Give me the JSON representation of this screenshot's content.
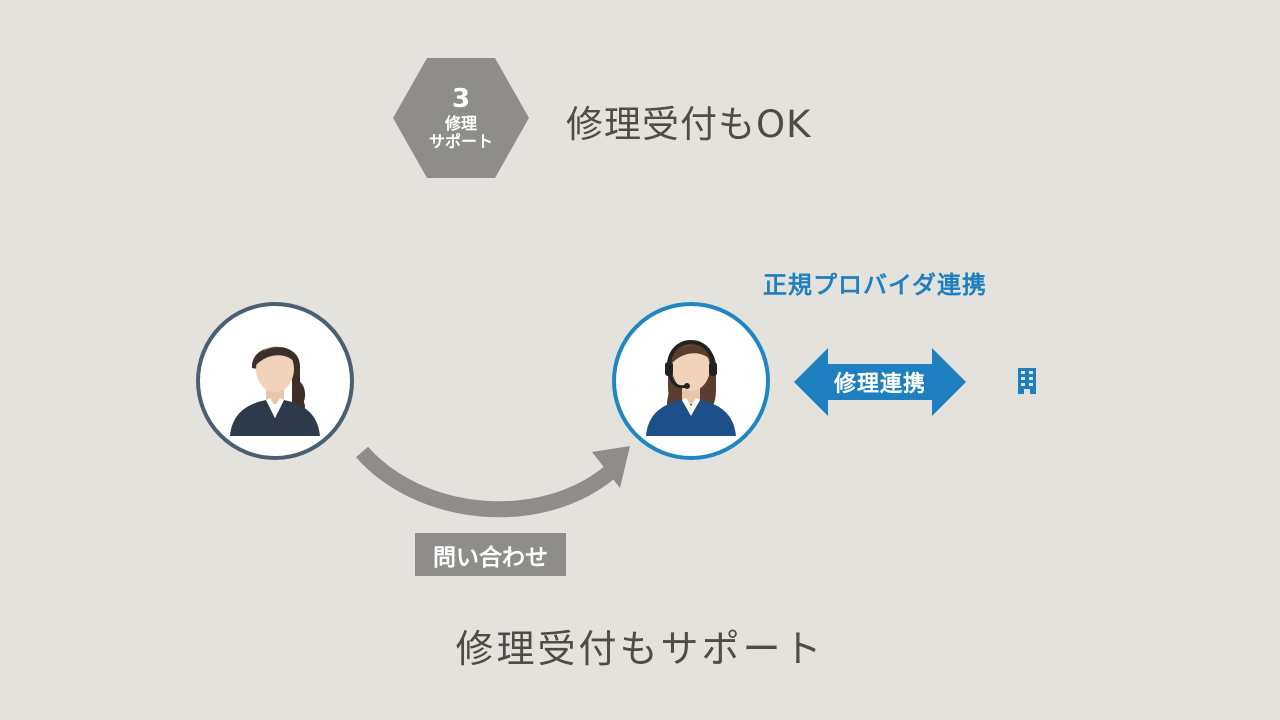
{
  "badge": {
    "number": "3",
    "line1": "修理",
    "line2": "サポート"
  },
  "headline": "修理受付もOK",
  "diagram": {
    "inquiry_label": "問い合わせ",
    "provider_label": "正規プロバイダ連携",
    "link_label": "修理連携"
  },
  "caption": "修理受付もサポート",
  "colors": {
    "background": "#e4e2dd",
    "hexagon": "#8f8d8a",
    "accent_blue": "#1f80c1",
    "customer_ring": "#4b5f72",
    "text_dark": "#4f4b46"
  },
  "icons": {
    "customer": "businesswoman-avatar-icon",
    "operator": "headset-operator-avatar-icon",
    "provider": "office-building-icon"
  }
}
